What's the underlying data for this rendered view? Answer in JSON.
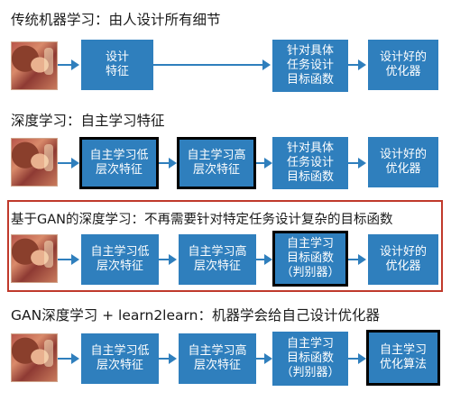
{
  "sections": [
    {
      "title": "传统机器学习：由人设计所有细节",
      "boxes": [
        "设计\n特征",
        "针对具体\n任务设计\n目标函数",
        "设计好的\n优化器"
      ]
    },
    {
      "title": "深度学习：自主学习特征",
      "boxes": [
        "自主学习低\n层次特征",
        "自主学习高\n层次特征",
        "针对具体\n任务设计\n目标函数",
        "设计好的\n优化器"
      ]
    },
    {
      "title": "基于GAN的深度学习：不再需要针对特定任务设计复杂的目标函数",
      "boxes": [
        "自主学习低\n层次特征",
        "自主学习高\n层次特征",
        "自主学习\n目标函数\n（判别器）",
        "设计好的\n优化器"
      ]
    },
    {
      "title": "GAN深度学习 + learn2learn：机器学会给自己设计优化器",
      "boxes": [
        "自主学习低\n层次特征",
        "自主学习高\n层次特征",
        "自主学习\n目标函数\n（判别器）",
        "自主学习\n优化算法"
      ]
    }
  ],
  "colors": {
    "box": "#2f7fbd",
    "highlight": "#c0392b",
    "bold_border": "#000000"
  }
}
